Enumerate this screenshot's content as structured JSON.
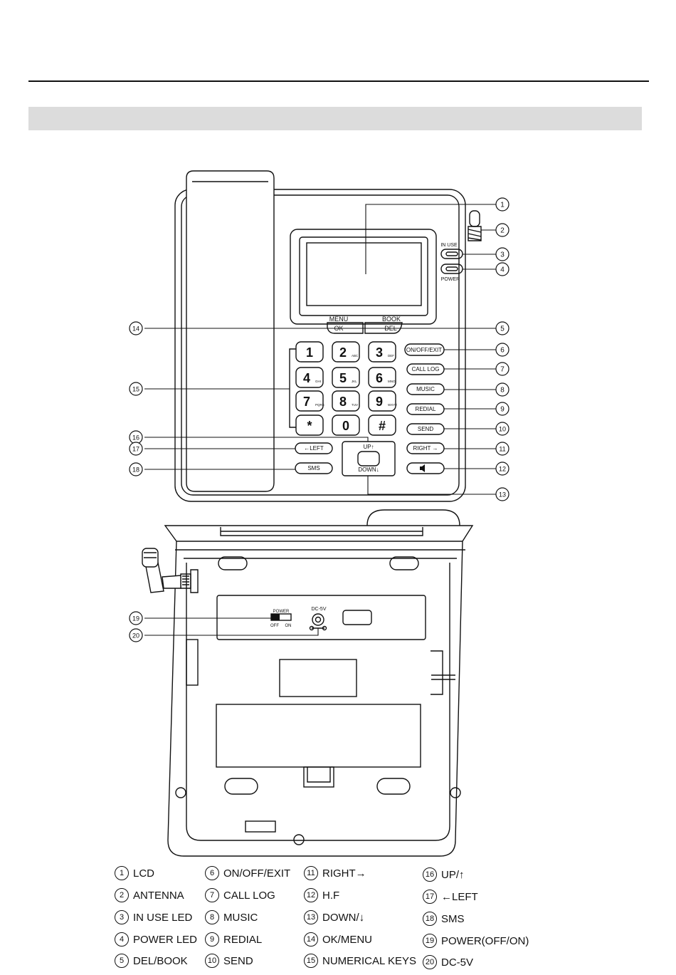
{
  "front_panel": {
    "led_labels": {
      "in_use": "IN USE",
      "power": "POWER"
    },
    "softkeys": {
      "menu": "MENU",
      "ok": "OK",
      "book": "BOOK",
      "del": "DEL"
    },
    "keypad": [
      {
        "digit": "1",
        "letters": ""
      },
      {
        "digit": "2",
        "letters": "ABC"
      },
      {
        "digit": "3",
        "letters": "DEF"
      },
      {
        "digit": "4",
        "letters": "GHI"
      },
      {
        "digit": "5",
        "letters": "JKL"
      },
      {
        "digit": "6",
        "letters": "MNO"
      },
      {
        "digit": "7",
        "letters": "PQRS"
      },
      {
        "digit": "8",
        "letters": "TUV"
      },
      {
        "digit": "9",
        "letters": "WXYZ"
      },
      {
        "digit": "*",
        "letters": ""
      },
      {
        "digit": "0",
        "letters": ""
      },
      {
        "digit": "#",
        "letters": ""
      }
    ],
    "function_keys": {
      "on_off_exit": "ON/OFF/EXIT",
      "call_log": "CALL LOG",
      "music": "MUSIC",
      "redial": "REDIAL",
      "send": "SEND",
      "right": "RIGHT →",
      "left": "←LEFT",
      "sms": "SMS",
      "up": "UP↑",
      "down": "DOWN↓"
    }
  },
  "back_panel": {
    "power_switch": {
      "title": "POWER",
      "off": "OFF",
      "on": "ON"
    },
    "dc_jack": "DC-5V"
  },
  "callouts": [
    "1",
    "2",
    "3",
    "4",
    "5",
    "6",
    "7",
    "8",
    "9",
    "10",
    "11",
    "12",
    "13",
    "14",
    "15",
    "16",
    "17",
    "18",
    "19",
    "20"
  ],
  "legend": [
    {
      "num": "1",
      "label": "LCD"
    },
    {
      "num": "2",
      "label": "ANTENNA"
    },
    {
      "num": "3",
      "label": "IN USE LED"
    },
    {
      "num": "4",
      "label": "POWER LED"
    },
    {
      "num": "5",
      "label": "DEL/BOOK"
    },
    {
      "num": "6",
      "label": "ON/OFF/EXIT"
    },
    {
      "num": "7",
      "label": "CALL LOG"
    },
    {
      "num": "8",
      "label": "MUSIC"
    },
    {
      "num": "9",
      "label": "REDIAL"
    },
    {
      "num": "10",
      "label": "SEND"
    },
    {
      "num": "11",
      "label": "RIGHT→"
    },
    {
      "num": "12",
      "label": "H.F"
    },
    {
      "num": "13",
      "label": "DOWN/↓"
    },
    {
      "num": "14",
      "label": "OK/MENU"
    },
    {
      "num": "15",
      "label": "NUMERICAL KEYS"
    },
    {
      "num": "16",
      "label": "UP/↑"
    },
    {
      "num": "17",
      "label": "←LEFT"
    },
    {
      "num": "18",
      "label": "SMS"
    },
    {
      "num": "19",
      "label": "POWER(OFF/ON)"
    },
    {
      "num": "20",
      "label": "DC-5V"
    }
  ]
}
